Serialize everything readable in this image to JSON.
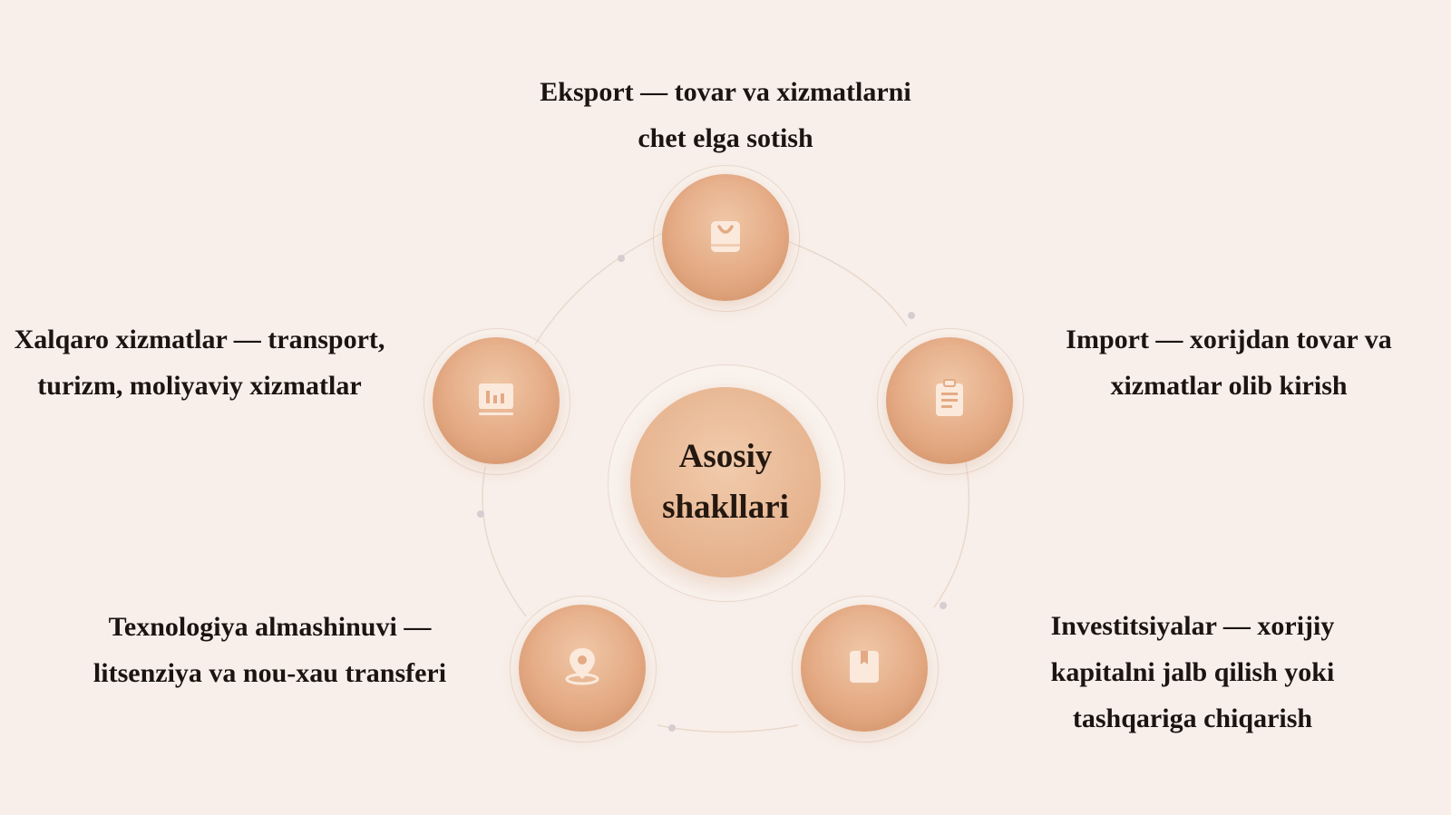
{
  "center": {
    "title": "Asosiy shakllari"
  },
  "items": [
    {
      "label": "Eksport — tovar va xizmatlarni chet elga sotish",
      "icon": "shopping-bag-icon"
    },
    {
      "label": "Import — xorijdan tovar va xizmatlar olib kirish",
      "icon": "clipboard-icon"
    },
    {
      "label": "Investitsiyalar — xorijiy kapitalni jalb qilish yoki tashqariga chiqarish",
      "icon": "package-box-icon"
    },
    {
      "label": "Texnologiya almashinuvi — litsenziya va nou-xau transferi",
      "icon": "location-pin-icon"
    },
    {
      "label": "Xalqaro xizmatlar — transport, turizm, moliyaviy xizmatlar",
      "icon": "bar-chart-icon"
    }
  ],
  "colors": {
    "background": "#f8efea",
    "node": "#e4aa84",
    "icon": "#fbe9dc",
    "text": "#1c1410"
  }
}
